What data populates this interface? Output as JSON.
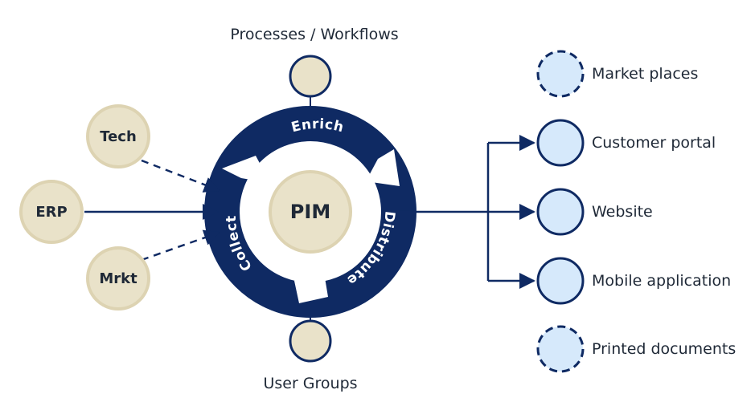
{
  "colors": {
    "navy": "#0f2a63",
    "beige_fill": "#e9e2c9",
    "beige_stroke": "#ddd3b2",
    "light_blue_fill": "#d6e9fb",
    "white": "#ffffff"
  },
  "center": {
    "label": "PIM"
  },
  "cycle": {
    "top_label": "Enrich",
    "right_label": "Distribute",
    "left_label": "Collect"
  },
  "top_node": {
    "label": "Processes / Workflows"
  },
  "bottom_node": {
    "label": "User Groups"
  },
  "sources": [
    {
      "label": "Tech",
      "connector": "dashed"
    },
    {
      "label": "ERP",
      "connector": "solid"
    },
    {
      "label": "Mrkt",
      "connector": "dashed"
    }
  ],
  "outputs": [
    {
      "label": "Market places",
      "connected": false,
      "border": "dashed"
    },
    {
      "label": "Customer portal",
      "connected": true,
      "border": "solid"
    },
    {
      "label": "Website",
      "connected": true,
      "border": "solid"
    },
    {
      "label": "Mobile application",
      "connected": true,
      "border": "solid"
    },
    {
      "label": "Printed documents",
      "connected": false,
      "border": "dashed"
    }
  ]
}
